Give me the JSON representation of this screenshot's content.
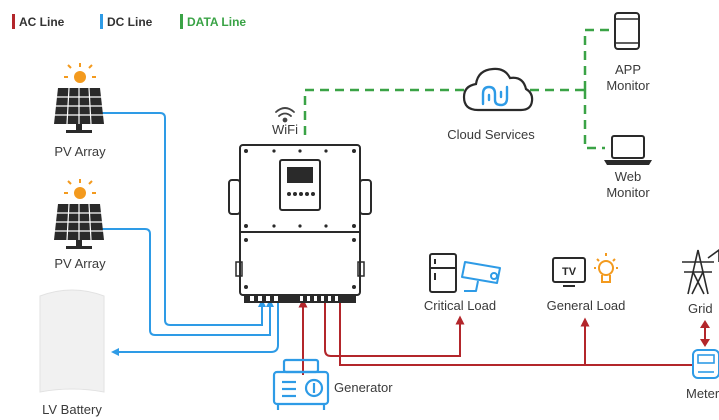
{
  "legend": [
    {
      "label": "AC Line",
      "color": "#b3262b"
    },
    {
      "label": "DC Line",
      "color": "#2e9be6"
    },
    {
      "label": "DATA Line",
      "color": "#3aa346"
    }
  ],
  "nodes": {
    "pv1": "PV Array",
    "pv2": "PV Array",
    "battery": "LV Battery",
    "wifi": "WiFi",
    "cloud": "Cloud Services",
    "app_monitor_l1": "APP",
    "app_monitor_l2": "Monitor",
    "web_monitor_l1": "Web",
    "web_monitor_l2": "Monitor",
    "critical_load": "Critical Load",
    "general_load": "General Load",
    "grid": "Grid",
    "meter": "Meter",
    "generator": "Generator"
  },
  "icons": {
    "pv": "solar-panel-icon",
    "sun": "sun-icon",
    "battery": "battery-icon",
    "wifi": "wifi-icon",
    "cloud": "cloud-icon",
    "phone": "phone-icon",
    "laptop": "laptop-icon",
    "fridge": "fridge-icon",
    "camera": "camera-icon",
    "tv": "tv-icon",
    "bulb": "bulb-icon",
    "tower": "tower-icon",
    "meter": "meter-icon",
    "generator": "generator-icon",
    "inverter": "inverter-icon"
  }
}
